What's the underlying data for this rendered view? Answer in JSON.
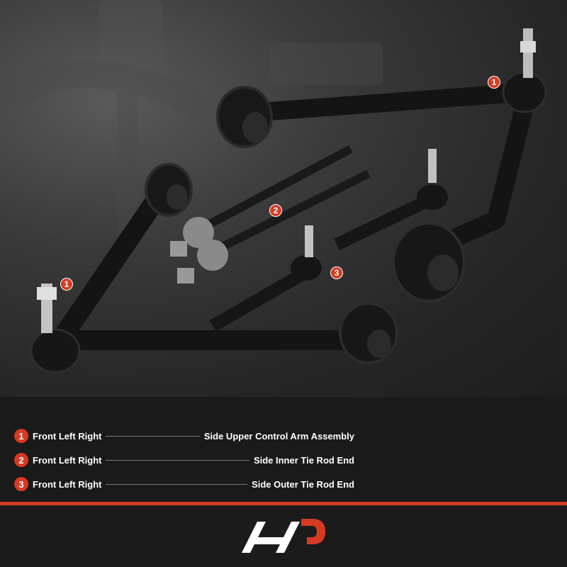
{
  "callouts": [
    "1",
    "2",
    "3"
  ],
  "legend": [
    {
      "num": "1",
      "left": "Front Left Right",
      "right": "Side Upper Control Arm Assembly"
    },
    {
      "num": "2",
      "left": "Front Left Right",
      "right": "Side Inner Tie Rod End"
    },
    {
      "num": "3",
      "left": "Front Left Right",
      "right": "Side Outer Tie Rod End"
    }
  ],
  "colors": {
    "accent": "#d63b22",
    "background": "#1b1b1b",
    "text": "#ffffff"
  },
  "logo_icon": "brand-logo-icon"
}
